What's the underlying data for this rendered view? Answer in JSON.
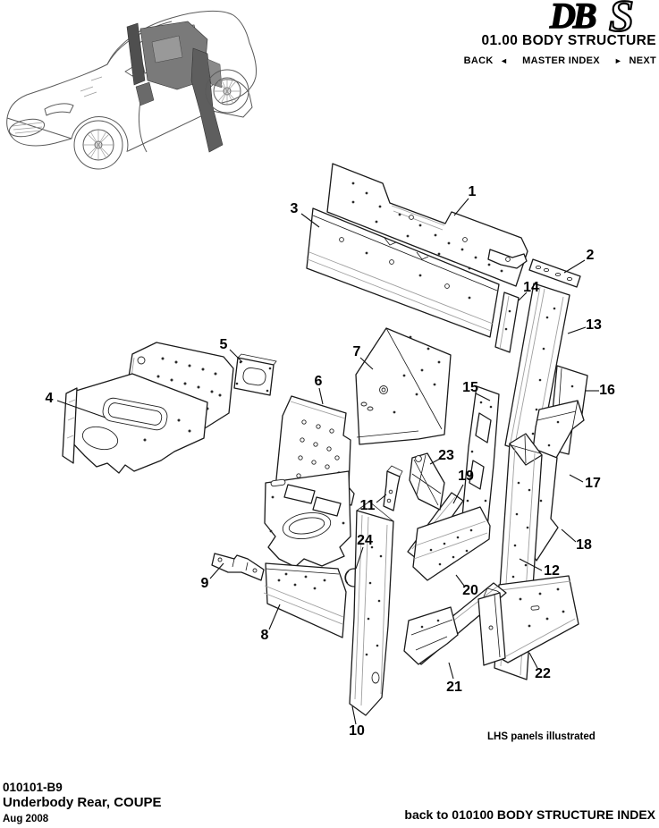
{
  "header": {
    "logo": {
      "db": "DB",
      "s": "S"
    },
    "title": "01.00 BODY STRUCTURE",
    "nav": {
      "back_label": "BACK",
      "back_arrow": "◄",
      "master_index_label": "MASTER INDEX",
      "next_arrow": "►",
      "next_label": "NEXT"
    }
  },
  "diagram": {
    "note": "LHS panels illustrated",
    "callouts": [
      "1",
      "2",
      "3",
      "4",
      "5",
      "6",
      "7",
      "8",
      "9",
      "10",
      "11",
      "12",
      "13",
      "14",
      "15",
      "16",
      "17",
      "18",
      "19",
      "20",
      "21",
      "22",
      "23",
      "24"
    ]
  },
  "footer": {
    "doc_number": "010101-B9",
    "doc_title": "Underbody Rear, COUPE",
    "date": "Aug 2008",
    "back_link": "back to 010100 BODY STRUCTURE INDEX"
  },
  "colors": {
    "ink": "#000000",
    "highlight_panel_dark": "#5e5e5e",
    "highlight_panel_mid": "#7a7a7a",
    "highlight_panel_light": "#999999",
    "detail_line_gray": "#9f9f9f"
  }
}
